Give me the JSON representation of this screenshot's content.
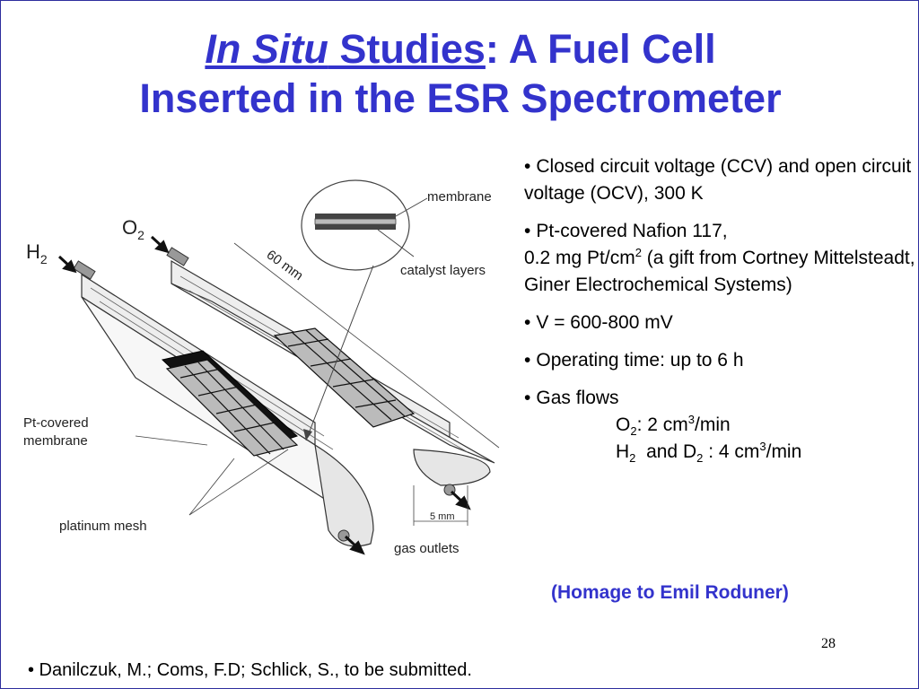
{
  "title": {
    "part1": "In Situ",
    "part2": " Studies",
    "part3": ": A Fuel Cell",
    "line2": "Inserted in the ESR Spectrometer"
  },
  "figure": {
    "label_h2": "H",
    "label_h2_sub": "2",
    "label_o2": "O",
    "label_o2_sub": "2",
    "label_membrane": "membrane",
    "label_catalyst": "catalyst layers",
    "label_60mm": "60 mm",
    "label_pt_membrane_1": "Pt-covered",
    "label_pt_membrane_2": "membrane",
    "label_platinum_mesh": "platinum mesh",
    "label_5mm": "5 mm",
    "label_gas_outlets": "gas outlets"
  },
  "bullets": {
    "b1": "Closed circuit voltage (CCV) and open circuit voltage (OCV), 300 K",
    "b2_line1": "Pt-covered Nafion 117,",
    "b2_pre": "0.2 mg Pt/cm",
    "b2_sup": "2",
    "b2_post": " (a gift from Cortney Mittelsteadt, Giner Electrochemical Systems)",
    "b3": "V = 600-800 mV",
    "b4": "Operating time: up to 6 h",
    "b5": "Gas flows",
    "o2_a": "O",
    "o2_sub": "2",
    "o2_b": ": 2 cm",
    "o2_sup": "3",
    "o2_c": "/min",
    "h2_a": "H",
    "h2_sub": "2",
    "h2_b": "  and D",
    "d2_sub": "2",
    "h2_c": " : 4 cm",
    "h2_sup": "3",
    "h2_d": "/min"
  },
  "homage": "(Homage to Emil Roduner)",
  "page_number": "28",
  "reference": "• Danilczuk, M.; Coms, F.D; Schlick, S., to be submitted.",
  "colors": {
    "title": "#3333cc",
    "border": "#2e2e9e"
  }
}
